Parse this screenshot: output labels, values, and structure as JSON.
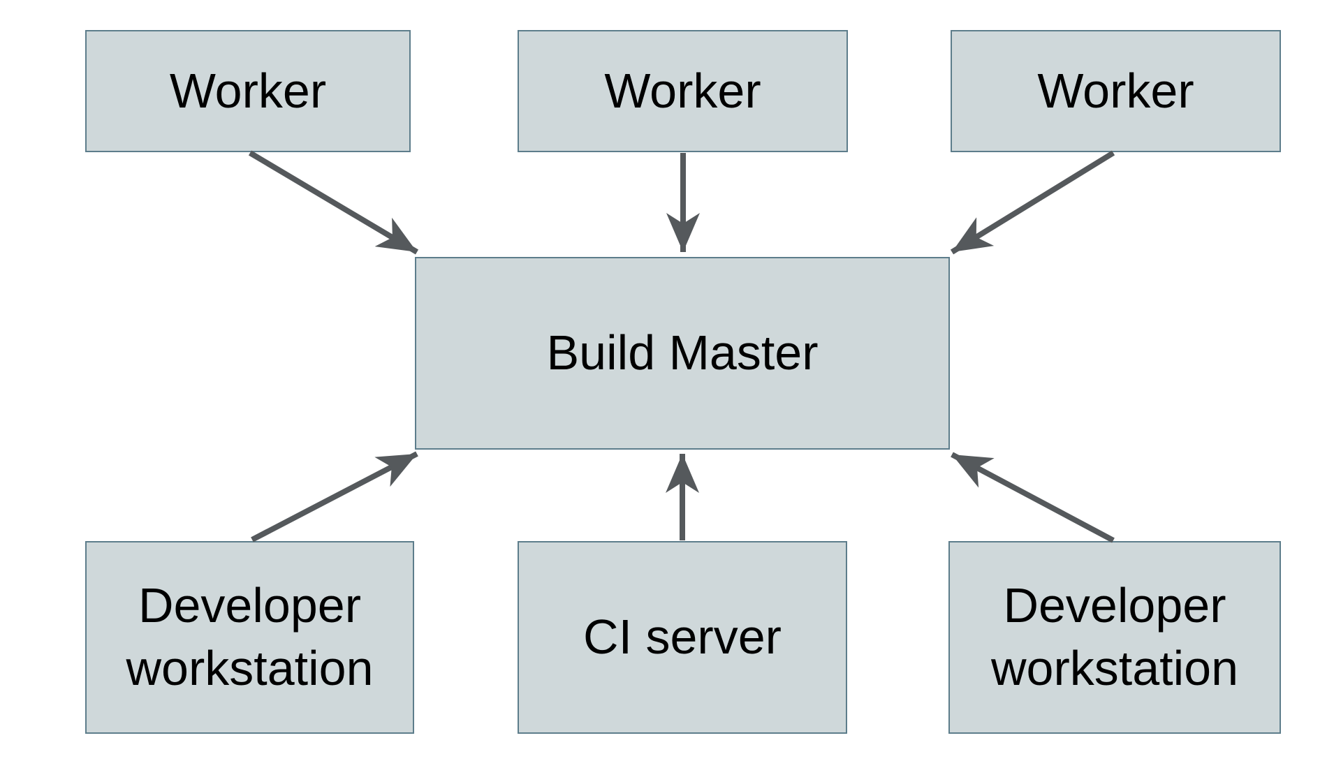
{
  "diagram": {
    "nodes": [
      {
        "id": "worker-top-left",
        "label": "Worker"
      },
      {
        "id": "worker-top-center",
        "label": "Worker"
      },
      {
        "id": "worker-top-right",
        "label": "Worker"
      },
      {
        "id": "build-master",
        "label": "Build Master"
      },
      {
        "id": "developer-workstation-left",
        "label": "Developer workstation"
      },
      {
        "id": "ci-server",
        "label": "CI server"
      },
      {
        "id": "developer-workstation-right",
        "label": "Developer workstation"
      }
    ],
    "edges": [
      {
        "from": "worker-top-left",
        "to": "build-master"
      },
      {
        "from": "worker-top-center",
        "to": "build-master"
      },
      {
        "from": "worker-top-right",
        "to": "build-master"
      },
      {
        "from": "developer-workstation-left",
        "to": "build-master"
      },
      {
        "from": "ci-server",
        "to": "build-master"
      },
      {
        "from": "developer-workstation-right",
        "to": "build-master"
      }
    ],
    "colors": {
      "background_color": "#ffffff",
      "node_fill": "#cfd8da",
      "node_border": "#5d7d8b",
      "arrow_color": "#55595c",
      "text_color": "#000000"
    }
  }
}
